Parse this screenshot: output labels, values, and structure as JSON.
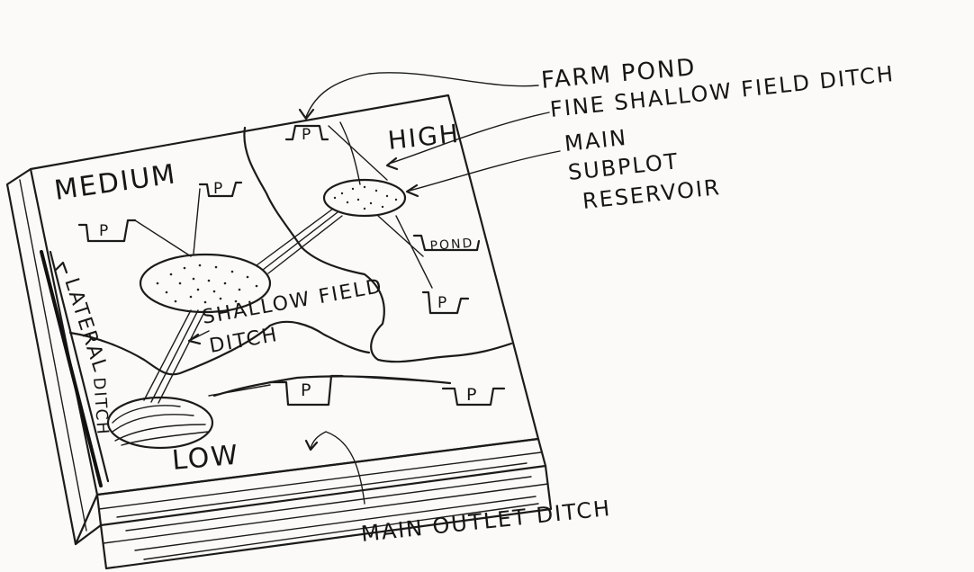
{
  "labels": {
    "farm_pond": "FARM POND",
    "fine_ditch": "FINE SHALLOW FIELD DITCH",
    "main_subplot_l1": "MAIN",
    "main_subplot_l2": "SUBPLOT",
    "main_subplot_l3": "RESERVOIR",
    "high": "HIGH",
    "medium": "MEDIUM",
    "low": "LOW",
    "lateral": "LATERAL",
    "ditch_side": "DITCH",
    "shallow_l1": "SHALLOW FIELD",
    "shallow_l2": "DITCH",
    "pond_small": "POND",
    "main_outlet": "MAIN OUTLET DITCH",
    "pond_marker": "P"
  }
}
